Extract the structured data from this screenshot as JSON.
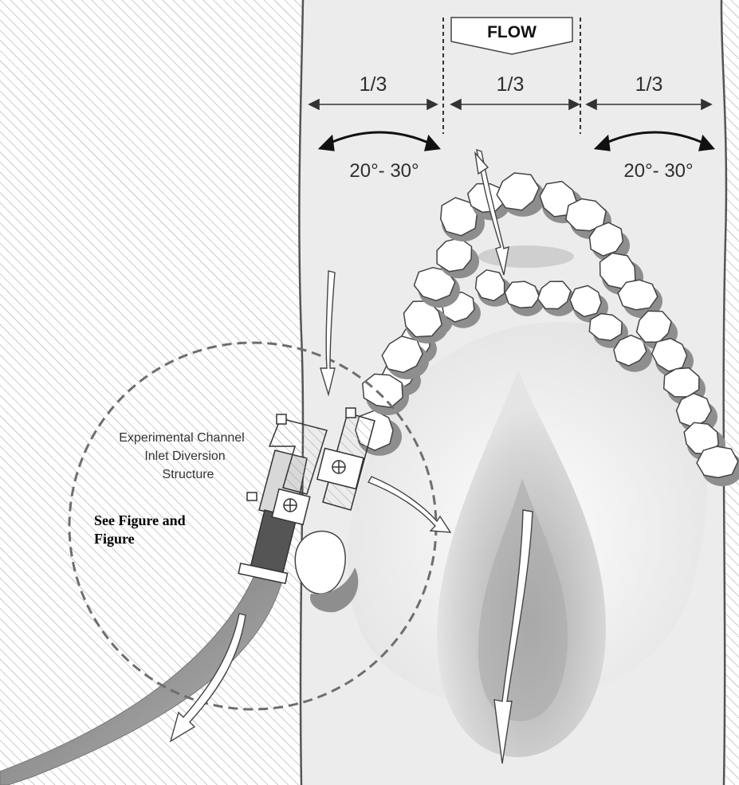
{
  "flow_label": "FLOW",
  "thirds": [
    "1/3",
    "1/3",
    "1/3"
  ],
  "angle_labels": [
    "20°- 30°",
    "20°- 30°"
  ],
  "callout": {
    "lines": [
      "Experimental Channel",
      "Inlet Diversion",
      "Structure"
    ]
  },
  "see_figure": {
    "lines": [
      "See Figure  and",
      "Figure"
    ]
  },
  "colors": {
    "bank_hatch": "#9a9a9a",
    "channel_fill": "#ececec",
    "rock_fill": "#ffffff",
    "rock_shadow": "#8e8e8e",
    "dashed_circle": "#6e6e6e"
  }
}
